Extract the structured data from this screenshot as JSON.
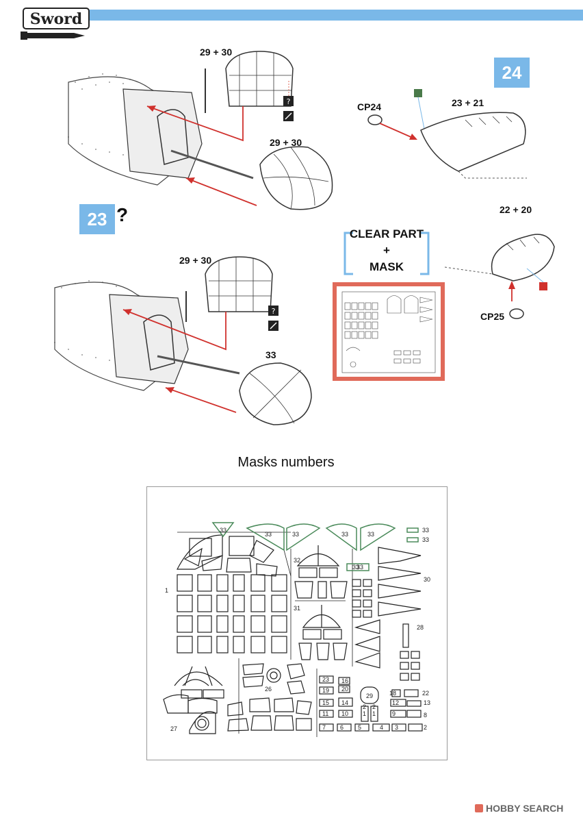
{
  "brand": {
    "logo_text": "Sword",
    "watermark": "HOBBY SEARCH"
  },
  "steps": [
    {
      "number": "23",
      "suffix": "?"
    },
    {
      "number": "24"
    }
  ],
  "labels": {
    "step23_top_canopy": "29 + 30",
    "step23_top_nose": "29 + 30",
    "step23_bottom_canopy": "29 + 30",
    "step23_bottom_nose": "33",
    "step24_part_a": "CP24",
    "step24_part_b": "23 + 21",
    "step24_part_c": "22 + 20",
    "step24_part_d": "CP25",
    "icon_question": "?"
  },
  "legend": {
    "line1": "CLEAR PART",
    "line2": "+",
    "line3": "MASK"
  },
  "masks": {
    "title": "Masks numbers",
    "numbers": [
      "33",
      "33",
      "33",
      "33",
      "33",
      "33",
      "33",
      "33",
      "32",
      "33",
      "30",
      "1",
      "31",
      "28",
      "23",
      "16",
      "19",
      "20",
      "29",
      "18",
      "22",
      "15",
      "14",
      "12",
      "13",
      "11",
      "10",
      "9",
      "8",
      "7",
      "6",
      "5",
      "4",
      "3",
      "2",
      "26",
      "27",
      "1",
      "1",
      "2",
      "2"
    ]
  },
  "colors": {
    "accent_blue": "#7ab8e8",
    "red_arrow": "#d0312d",
    "salmon_frame": "#e06a5a",
    "mask_green": "#4a8a5a"
  }
}
